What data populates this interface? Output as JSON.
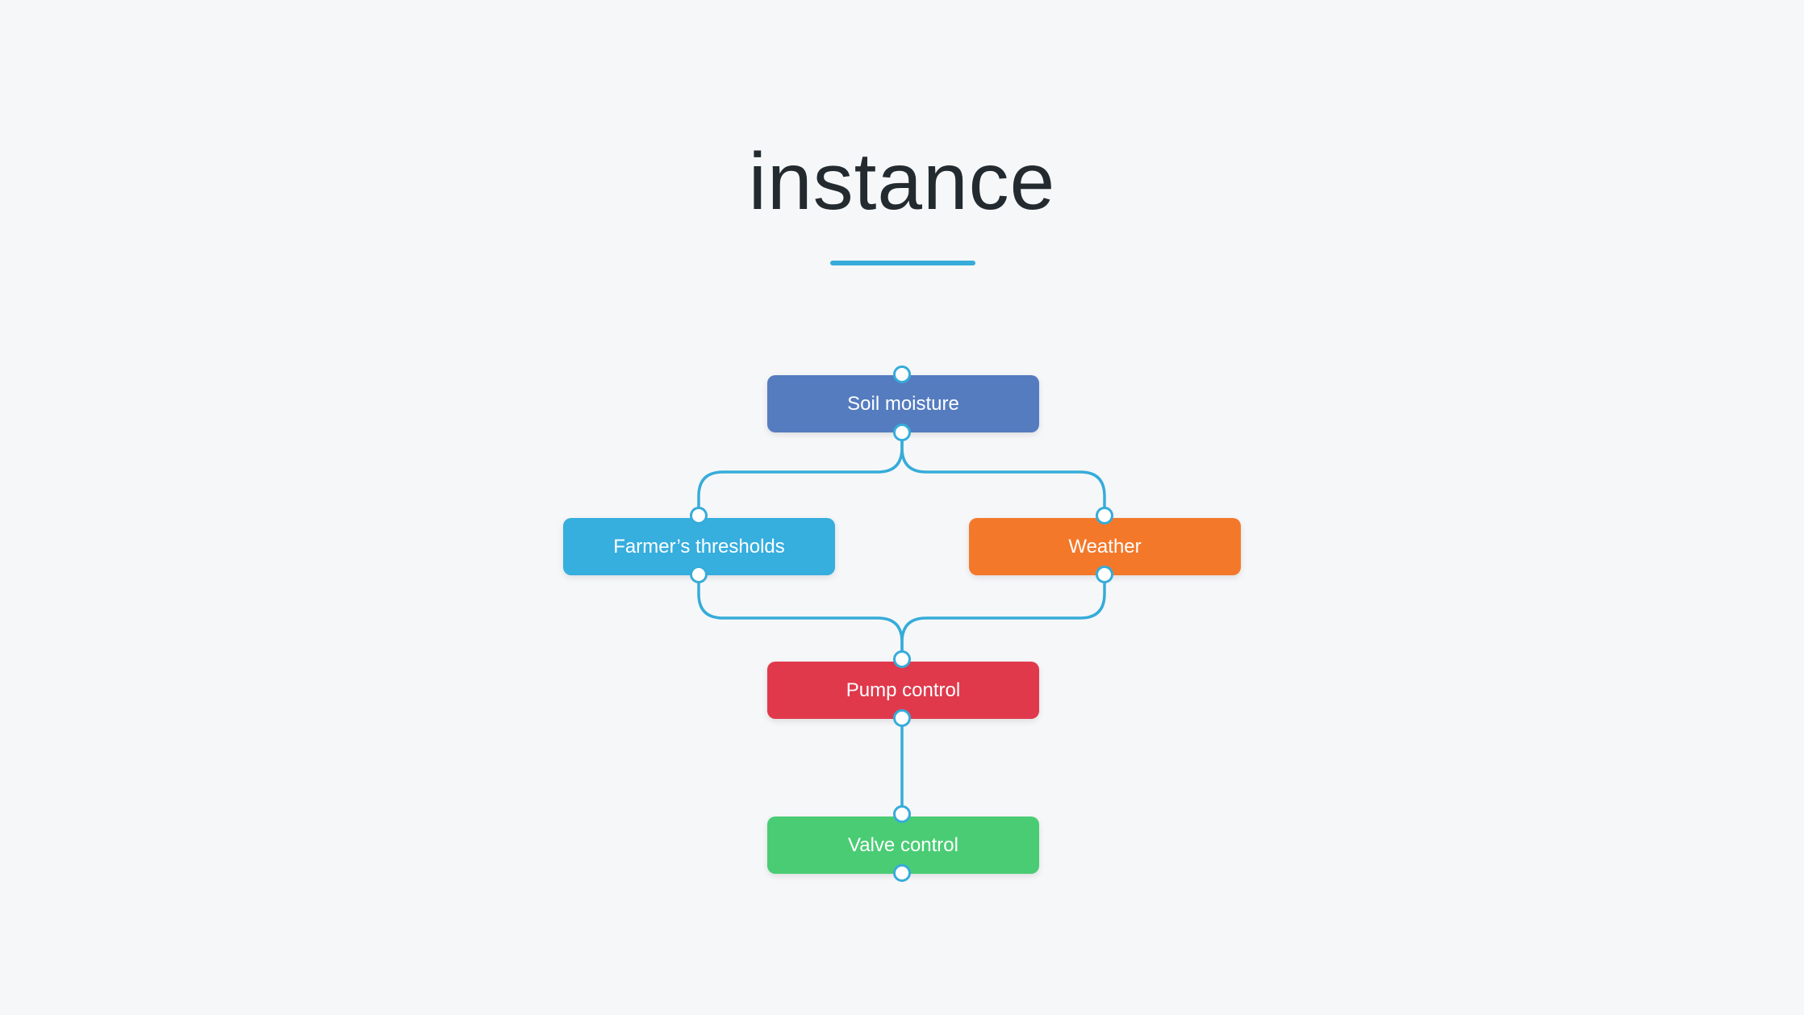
{
  "title": "instance",
  "colors": {
    "background": "#f6f7f9",
    "title_text": "#232b30",
    "accent": "#36acd9",
    "node_text": "#ffffff"
  },
  "nodes": {
    "soil_moisture": {
      "label": "Soil moisture",
      "color": "#557cbf"
    },
    "farmers_thresholds": {
      "label": "Farmer’s thresholds",
      "color": "#36aede"
    },
    "weather": {
      "label": "Weather",
      "color": "#f4782a"
    },
    "pump_control": {
      "label": "Pump control",
      "color": "#e0394c"
    },
    "valve_control": {
      "label": "Valve control",
      "color": "#4acc74"
    }
  },
  "edges": [
    {
      "from": "Soil moisture",
      "to": "Farmer’s thresholds"
    },
    {
      "from": "Soil moisture",
      "to": "Weather"
    },
    {
      "from": "Farmer’s thresholds",
      "to": "Pump control"
    },
    {
      "from": "Weather",
      "to": "Pump control"
    },
    {
      "from": "Pump control",
      "to": "Valve control"
    }
  ]
}
